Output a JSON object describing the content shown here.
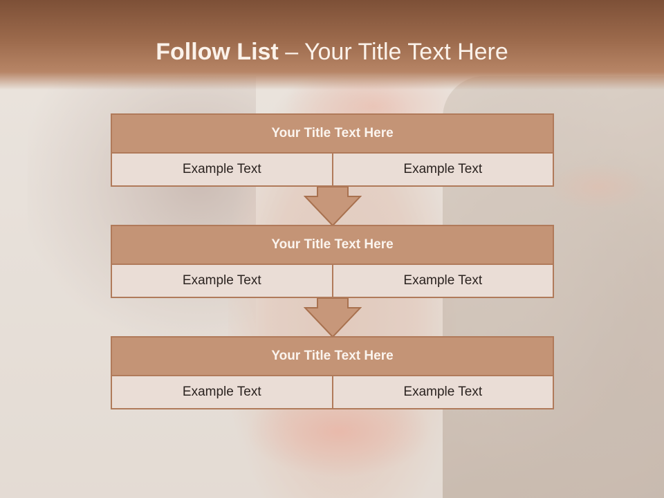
{
  "slide": {
    "title_bold": "Follow List",
    "title_rest": " – Your Title Text Here",
    "steps": [
      {
        "heading": "Your Title Text Here",
        "left": "Example Text",
        "right": "Example Text"
      },
      {
        "heading": "Your Title Text Here",
        "left": "Example Text",
        "right": "Example Text"
      },
      {
        "heading": "Your Title Text Here",
        "left": "Example Text",
        "right": "Example Text"
      }
    ]
  },
  "colors": {
    "header_dark": "#7d5037",
    "box_header": "#c49476",
    "box_cell": "#eaddd6",
    "border": "#b07a5a",
    "arrow": "#c7977a"
  }
}
